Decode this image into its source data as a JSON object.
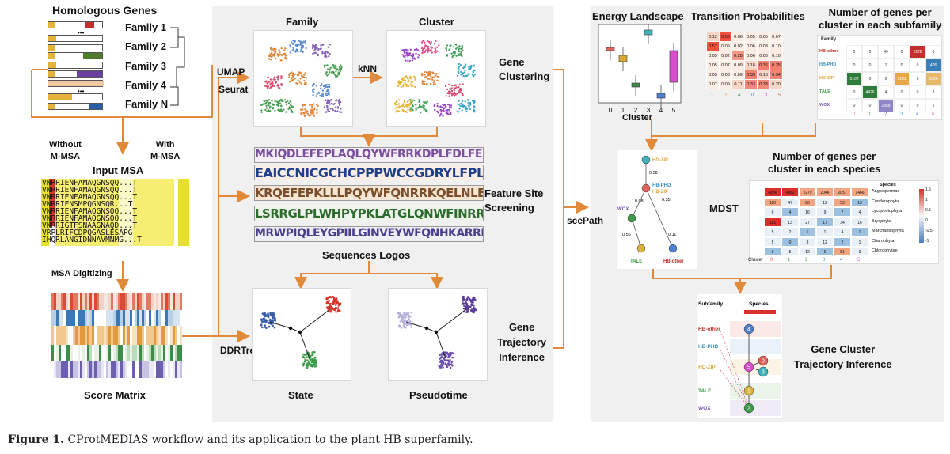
{
  "left": {
    "title": "Homologous Genes",
    "families": [
      "Family 1",
      "Family 2",
      "Family 3",
      "Family 4",
      "Family N"
    ],
    "without_msa": "Without\nM-MSA",
    "with_msa": "With\nM-MSA",
    "input_msa_title": "Input MSA",
    "msa_rows": [
      "VNRRIENFAMAQGNSQQ...T",
      "VNRRIENFAMAQGNSQQ...T",
      "VNRRIENFAMAQGNSQQ...T",
      "VNRRIENSMPQGNSQR...T",
      "VNRRIENFAMAQGNSQQ...T",
      "VNRRIENFAMAQGNSQQ...T",
      "VNRRIGTFSNAAGNAQD...T",
      "VRPLRIFCDPQGASLESAPG",
      "IHQRLANGIDNNAVMNMG...T"
    ],
    "msa_digitizing": "MSA Digitizing",
    "score_matrix": "Score Matrix"
  },
  "middle": {
    "umap": "UMAP",
    "seurat": "Seurat",
    "family_title": "Family",
    "cluster_title": "Cluster",
    "knn": "kNN",
    "gene_clustering": "Gene\nClustering",
    "logos": [
      "MKIQDLEFEPLAQLQYWFRRKDPLFDLFE",
      "EAICCNICGCHCPPPWCCGDRYLFPLLWFR",
      "KRQEFEPKLLLPQYWFQNRRKQELNLELS",
      "LSRRGLPLWHPYPKLATGLQNWFINRRWKP",
      "MRWPIQLEYGPIILGINVEYWFQNHKARRK"
    ],
    "feature_site_screening": "Feature Site\nScreening",
    "sequences_logos": "Sequences Logos",
    "ddrtree": "DDRTree",
    "state_title": "State",
    "pseudotime_title": "Pseudotime",
    "gene_trajectory": "Gene\nTrajectory\nInference",
    "scepath": "scePath"
  },
  "right": {
    "energy_title": "Energy Landscape",
    "energy_xlabel": "Cluster",
    "energy_ticks": [
      "0",
      "1",
      "2",
      "3",
      "4",
      "5"
    ],
    "transition_title": "Transition Probabilities",
    "transition_matrix": [
      [
        "0.12",
        "0.56",
        "0.06",
        "0.05",
        "0.05",
        "0.07"
      ],
      [
        "0.57",
        "0.09",
        "0.02",
        "0.06",
        "0.08",
        "0.10"
      ],
      [
        "0.05",
        "0.02",
        "0.28",
        "0.06",
        "0.08",
        "0.10"
      ],
      [
        "0.05",
        "0.07",
        "0.09",
        "0.16",
        "0.36",
        "0.35"
      ],
      [
        "0.05",
        "0.08",
        "0.09",
        "0.35",
        "0.16",
        "0.34"
      ],
      [
        "0.07",
        "0.09",
        "0.11",
        "0.33",
        "0.33",
        "0.20"
      ]
    ],
    "transition_ticks": [
      "1",
      "2",
      "4",
      "0",
      "3",
      "5"
    ],
    "subfamily_title": "Number of genes per\ncluster in each subfamily",
    "subfamily_header": "Family",
    "subfamily_rows": [
      {
        "name": "HB-other",
        "values": [
          "0",
          "0",
          "49",
          "0",
          "2228",
          "0"
        ]
      },
      {
        "name": "HB-PHD",
        "values": [
          "0",
          "0",
          "1",
          "0",
          "0",
          "476"
        ]
      },
      {
        "name": "HD-ZIP",
        "values": [
          "5102",
          "0",
          "0",
          "2181",
          "0",
          "1086"
        ]
      },
      {
        "name": "TALE",
        "values": [
          "0",
          "4426",
          "4",
          "0",
          "0",
          "3"
        ]
      },
      {
        "name": "WOX",
        "values": [
          "0",
          "0",
          "2358",
          "0",
          "0",
          "1"
        ]
      }
    ],
    "subfamily_ticks": [
      "0",
      "1",
      "2",
      "3",
      "4",
      "5"
    ],
    "mdst_label": "MDST",
    "mdst_nodes": [
      "HD-ZIP",
      "HB-PHD",
      "HD-ZIP",
      "WOX",
      "TALE",
      "HB-other"
    ],
    "mdst_node_ids": [
      "3",
      "0",
      "2",
      "1",
      "4",
      "5"
    ],
    "mdst_edges": [
      "0.36",
      "0.08",
      "0.35",
      "0.56",
      "0.11"
    ],
    "species_title": "Number of genes per\ncluster in each species",
    "species_header": "Species",
    "species_rows": [
      {
        "name": "Angiospermae",
        "values": [
          "4886",
          "4382",
          "2279",
          "2046",
          "2057",
          "1466"
        ]
      },
      {
        "name": "Coniferophyta",
        "values": [
          "118",
          "47",
          "80",
          "12",
          "53",
          "13"
        ]
      },
      {
        "name": "Lycopodiophyta",
        "values": [
          "6",
          "4",
          "16",
          "9",
          "7",
          "4"
        ]
      },
      {
        "name": "Bryophyta",
        "values": [
          "115",
          "13",
          "27",
          "17",
          "34",
          "16"
        ]
      },
      {
        "name": "Marchantiophyta",
        "values": [
          "5",
          "2",
          "1",
          "1",
          "4",
          "1"
        ]
      },
      {
        "name": "Charophyta",
        "values": [
          "5",
          "0",
          "3",
          "12",
          "2",
          "1"
        ]
      },
      {
        "name": "Chlorophytae",
        "values": [
          "0",
          "5",
          "12",
          "6",
          "51",
          "3"
        ]
      }
    ],
    "species_cluster_label": "Cluster",
    "species_ticks": [
      "0",
      "1",
      "2",
      "3",
      "4",
      "5"
    ],
    "legend_ticks": [
      "1.5",
      "1",
      "0.5",
      "0",
      "-0.5",
      "-1"
    ],
    "traj_subfamily": "Subfamily",
    "traj_species": "Species",
    "traj_rows": [
      "HB-other",
      "HB-PHD",
      "HD-ZIP",
      "TALE",
      "WOX"
    ],
    "traj_nodes": [
      "4",
      "5",
      "0",
      "3",
      "1",
      "2"
    ],
    "gene_cluster_traj": "Gene Cluster\nTrajectory Inference"
  },
  "caption": {
    "label": "Figure 1.",
    "text": " CProtMEDIAS workflow and its application to the plant HB superfamily."
  },
  "colors": {
    "arrow": "#e08a3a",
    "panel": "#efefef",
    "heat_high": "#d7302a",
    "heat_low": "#4c7bbd"
  }
}
